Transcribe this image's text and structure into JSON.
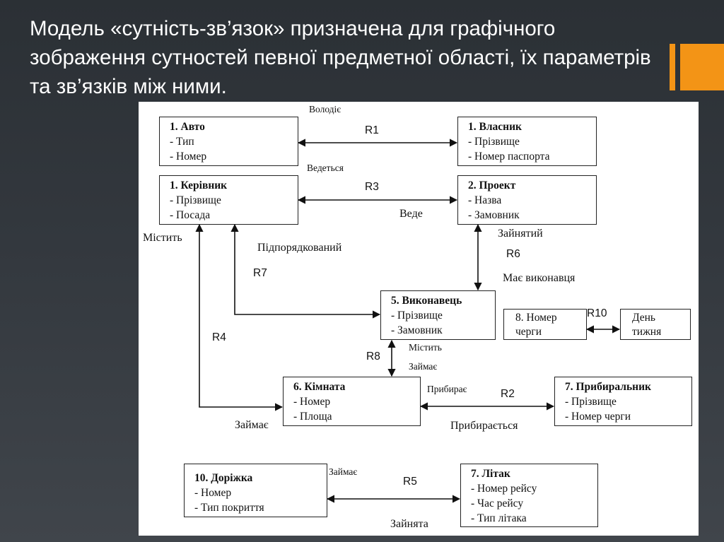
{
  "slide": {
    "title": "Модель «сутність-зв’язок» призначена для графічного зображення сутностей певної предметної області, їх параметрів та зв’язків між ними.",
    "accent_color": "#f39416"
  },
  "entities": {
    "avto": {
      "name": "1. Авто",
      "attrs": [
        "- Тип",
        "- Номер"
      ]
    },
    "vlasnyk": {
      "name": "1. Власник",
      "attrs": [
        "- Прізвище",
        "- Номер паспорта"
      ]
    },
    "kerivnyk": {
      "name": "1. Керівник",
      "attrs": [
        "- Прізвище",
        "- Посада"
      ]
    },
    "proekt": {
      "name": "2. Проект",
      "attrs": [
        "- Назва",
        "- Замовник"
      ]
    },
    "vykonavets": {
      "name": "5. Виконавець",
      "attrs": [
        "- Прізвище",
        "- Замовник"
      ]
    },
    "nomer_chergy": {
      "lines": [
        "8. Номер",
        "черги"
      ]
    },
    "den_tyzhnia": {
      "lines": [
        "День",
        "тижня"
      ]
    },
    "kimnata": {
      "name": "6. Кімната",
      "attrs": [
        "- Номер",
        "- Площа"
      ]
    },
    "prybyralnyk": {
      "name": "7. Прибиральник",
      "attrs": [
        "- Прізвище",
        "- Номер черги"
      ]
    },
    "dorizhka": {
      "name": "10. Доріжка",
      "attrs": [
        "- Номер",
        "- Тип покриття"
      ]
    },
    "litak": {
      "name": "7. Літак",
      "attrs": [
        "- Номер рейсу",
        "- Час рейсу",
        "- Тип літака"
      ]
    }
  },
  "relations": {
    "r1": {
      "id": "R1",
      "label_a": "Володіє"
    },
    "r3": {
      "id": "R3",
      "label_a": "Ведеться",
      "label_b": "Веде"
    },
    "r6": {
      "id": "R6",
      "label_a": "Зайнятий",
      "label_b": "Має виконавця"
    },
    "r7": {
      "id": "R7",
      "label_a": "Підпорядкований"
    },
    "r4": {
      "id": "R4",
      "label_a": "Містить",
      "label_b": "Займає"
    },
    "r8": {
      "id": "R8",
      "label_a": "Містить",
      "label_b": "Займає"
    },
    "r10": {
      "id": "R10"
    },
    "r2": {
      "id": "R2",
      "label_a": "Прибирає",
      "label_b": "Прибирається"
    },
    "r5": {
      "id": "R5",
      "label_a": "Займає",
      "label_b": "Зайнята"
    }
  }
}
